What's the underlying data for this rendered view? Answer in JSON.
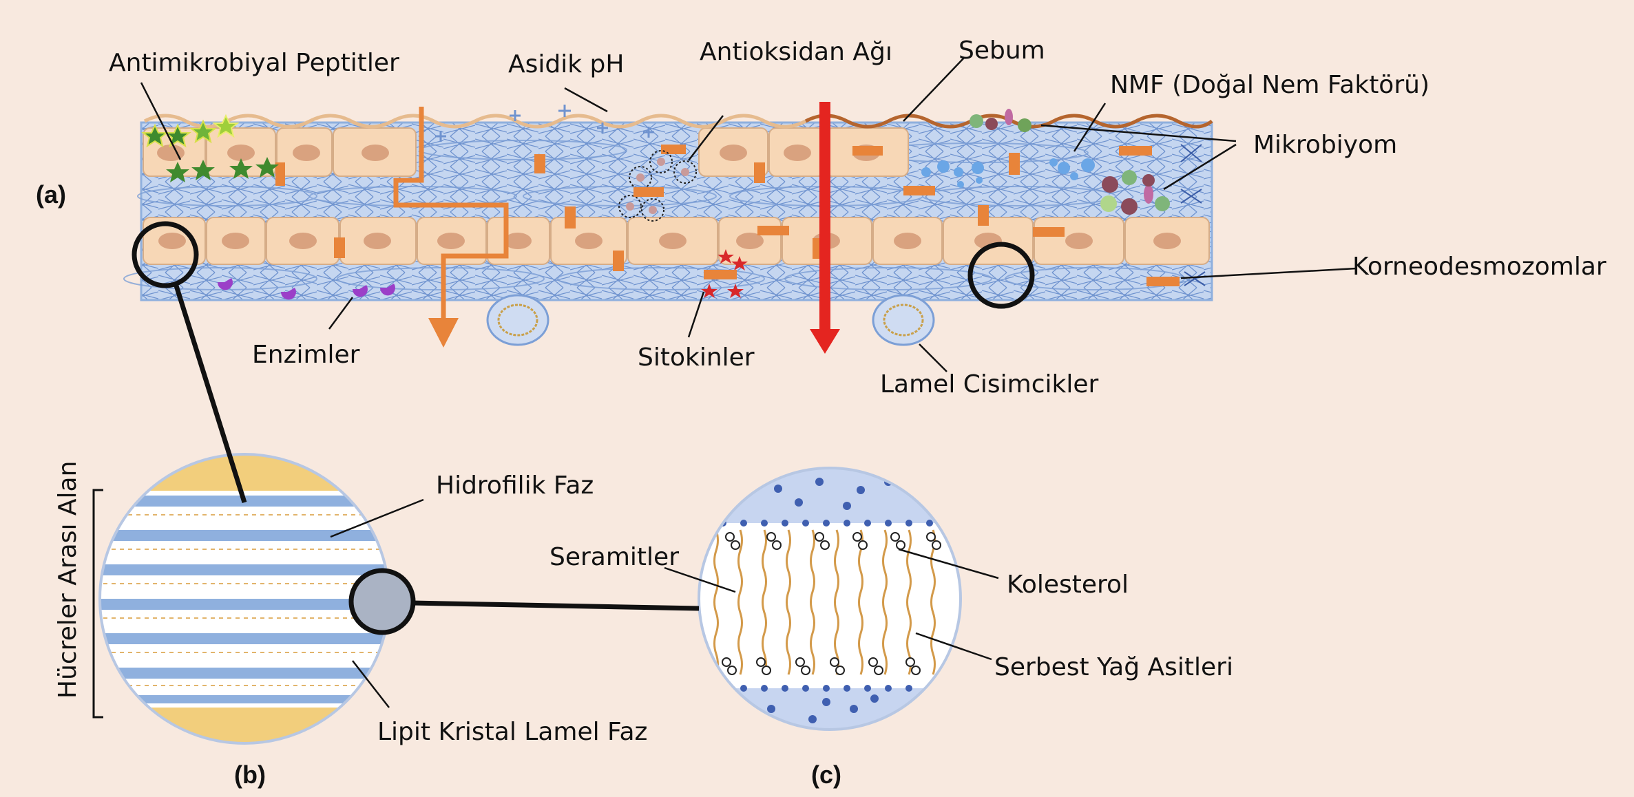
{
  "panels": {
    "a": "(a)",
    "b": "(b)",
    "c": "(c)"
  },
  "labels": {
    "antimicrobial_peptides": "Antimikrobiyal Peptitler",
    "acidic_ph": "Asidik pH",
    "antioxidant_network": "Antioksidan Ağı",
    "sebum": "Sebum",
    "nmf": "NMF (Doğal Nem Faktörü)",
    "microbiome": "Mikrobiyom",
    "corneodesmosomes": "Korneodesmozomlar",
    "enzymes": "Enzimler",
    "cytokines": "Sitokinler",
    "lamellar_bodies": "Lamel Cisimcikler",
    "hydrophilic_phase": "Hidrofilik Faz",
    "lipid_crystal_lamellar_phase": "Lipit Kristal Lamel Faz",
    "intercellular_space": "Hücreler Arası Alan",
    "ceramides": "Seramitler",
    "cholesterol": "Kolesterol",
    "free_fatty_acids": "Serbest Yağ Asitleri"
  },
  "colors": {
    "background": "#f8e9df",
    "cell_fill": "#f7d7b6",
    "nucleus": "#d9a27f",
    "lipid_blue": "#93b3e0",
    "orange_arrow": "#e8843a",
    "red_arrow": "#e42520",
    "sebum_line": "#b5652e",
    "peptide_green": "#3f8a2e",
    "enzyme_purple": "#9b3fc8"
  }
}
